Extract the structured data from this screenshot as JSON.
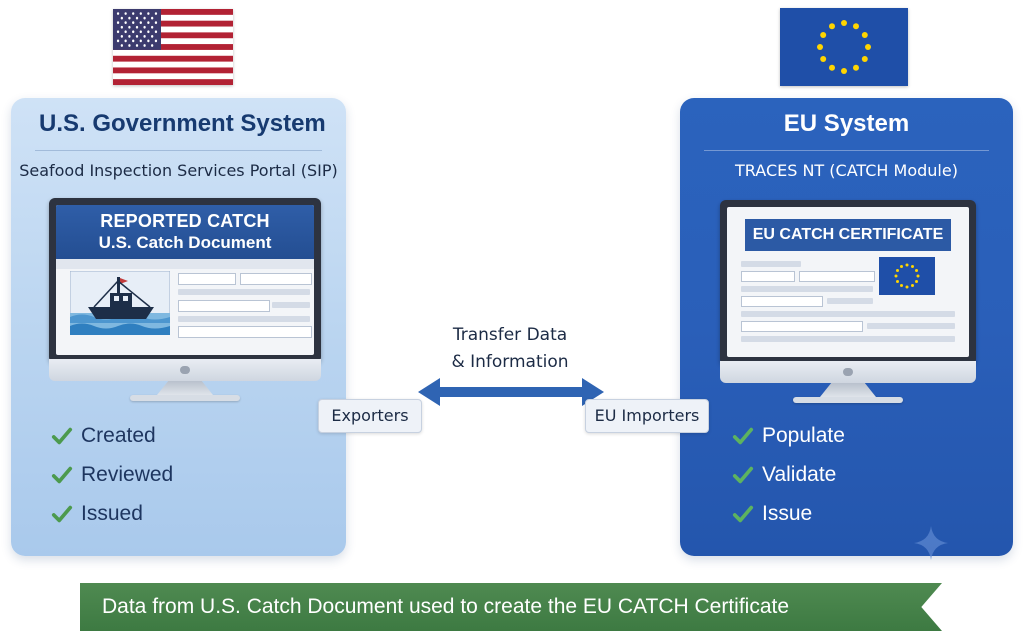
{
  "us_system": {
    "title": "U.S. Government System",
    "subtitle": "Seafood Inspection Services Portal (SIP)",
    "screen_title_1": "REPORTED CATCH",
    "screen_title_2": "U.S. Catch Document",
    "steps": [
      "Created",
      "Reviewed",
      "Issued"
    ]
  },
  "eu_system": {
    "title": "EU System",
    "subtitle": "TRACES NT (CATCH Module)",
    "screen_title": "EU CATCH CERTIFICATE",
    "steps": [
      "Populate",
      "Validate",
      "Issue"
    ]
  },
  "transfer": {
    "line1": "Transfer Data",
    "line2": "& Information",
    "left_tag": "Exporters",
    "right_tag": "EU Importers"
  },
  "banner": {
    "text": "Data from U.S. Catch Document used to create the EU CATCH Certificate"
  },
  "colors": {
    "us_panel": "#b9d4f0",
    "eu_panel": "#2a5fb9",
    "check_green": "#4c9a4e",
    "banner_green": "#3f7c44",
    "arrow_blue": "#2f64b3"
  },
  "icons": [
    "us-flag-icon",
    "eu-flag-icon",
    "monitor-icon",
    "fishing-boat-icon",
    "check-icon",
    "double-arrow-icon",
    "sparkle-icon"
  ]
}
